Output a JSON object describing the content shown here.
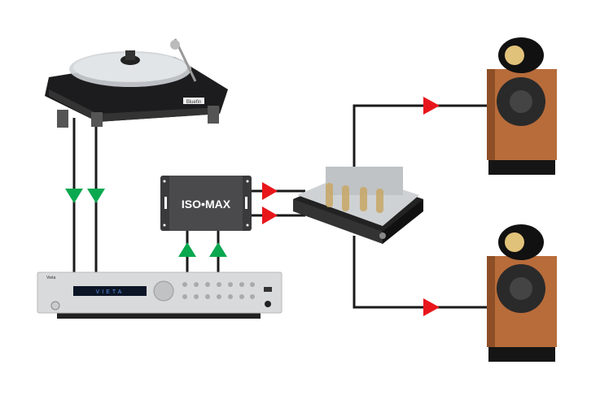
{
  "isolator": {
    "label": "ISO•MAX"
  },
  "receiver": {
    "brand": "Vieta",
    "display_text": "VIETA"
  },
  "turntable": {
    "badge": "Bluefin"
  },
  "colors": {
    "signal_arrow_out": "#e8161b",
    "signal_arrow_in": "#0aa84f",
    "cable": "#1a1a1a"
  }
}
